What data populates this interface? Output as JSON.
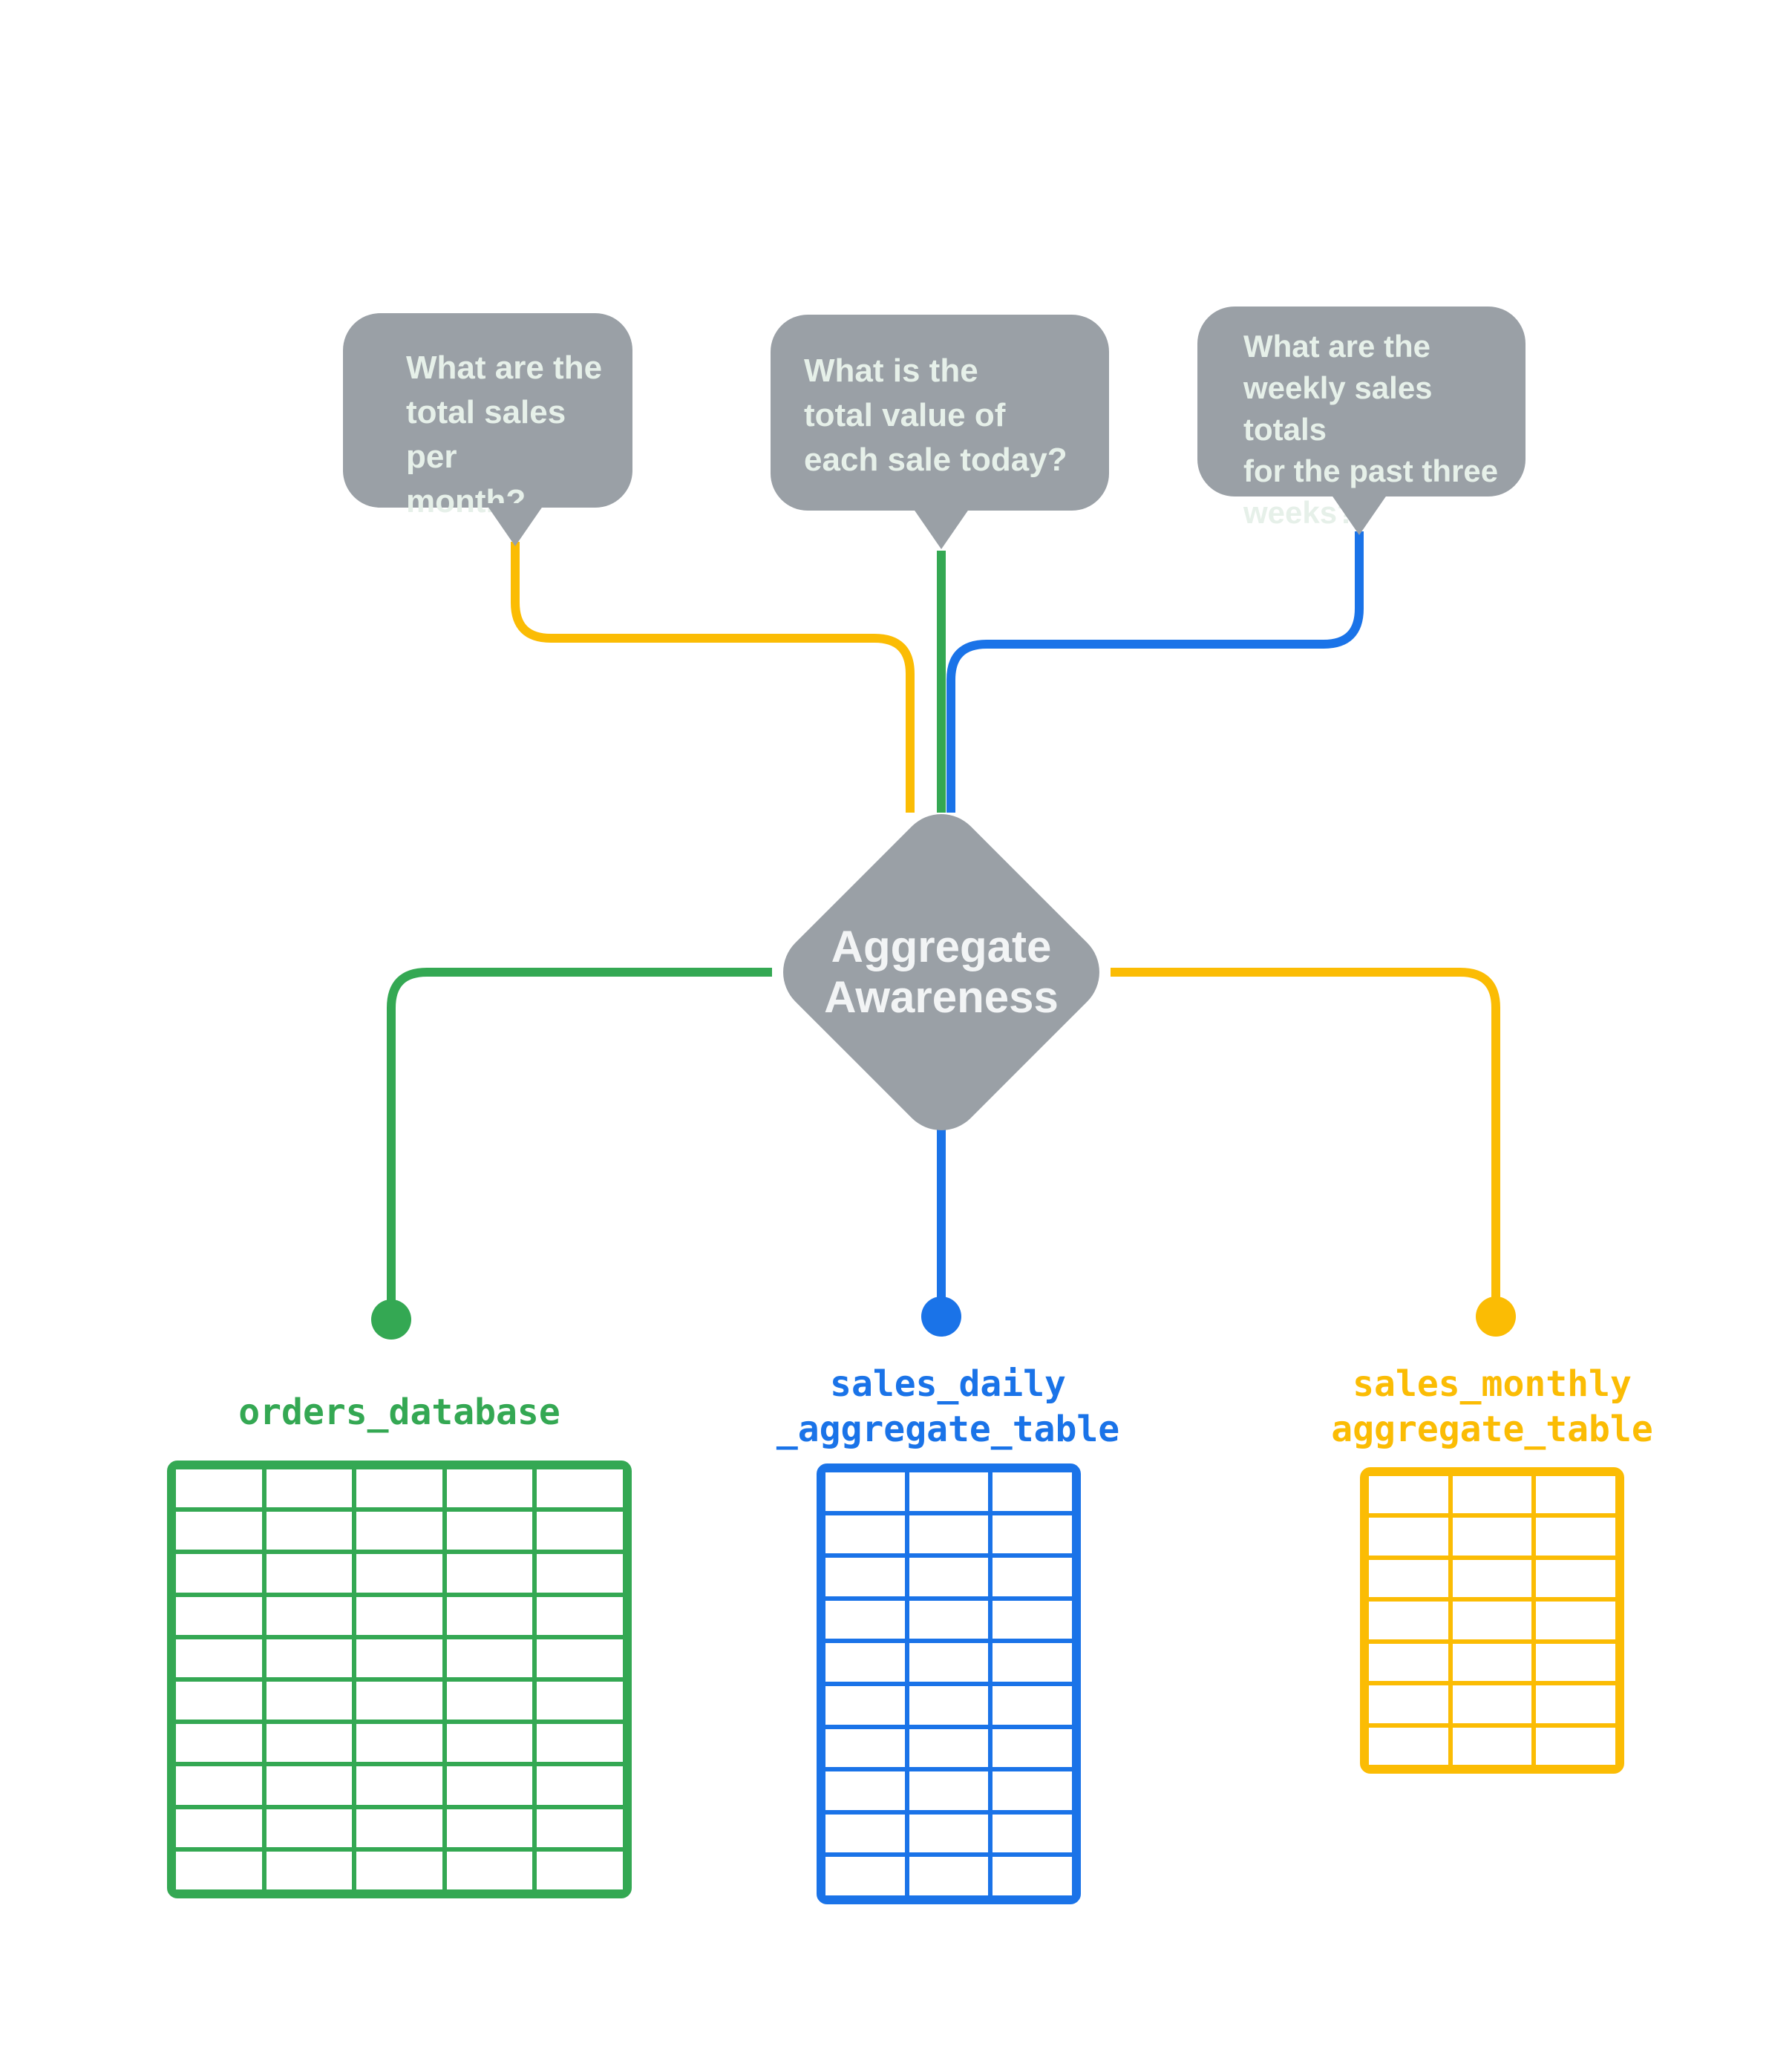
{
  "colors": {
    "gray": "#9AA0A6",
    "green": "#34A853",
    "blue": "#1A73E8",
    "yellow": "#FBBC04",
    "bubble_text": "#E6F0E9",
    "diamond_text": "#F2F4F5",
    "background": "#FFFFFF"
  },
  "bubbles": [
    {
      "id": "monthly",
      "text": "What are the\ntotal sales per\nmonth?"
    },
    {
      "id": "daily",
      "text": "What is the\ntotal value of\neach sale today?"
    },
    {
      "id": "weekly",
      "text": "What are the\nweekly sales totals\nfor the past three\nweeks?"
    }
  ],
  "diamond": {
    "label": "Aggregate\nAwareness"
  },
  "tables": {
    "orders": {
      "name": "orders_database",
      "cols": 5,
      "rows": 10,
      "color_key": "green"
    },
    "daily": {
      "name": "sales_daily\n_aggregate_table",
      "cols": 3,
      "rows": 10,
      "color_key": "blue"
    },
    "monthly": {
      "name": "sales_monthly\naggregate_table",
      "cols": 3,
      "rows": 7,
      "color_key": "yellow"
    }
  }
}
